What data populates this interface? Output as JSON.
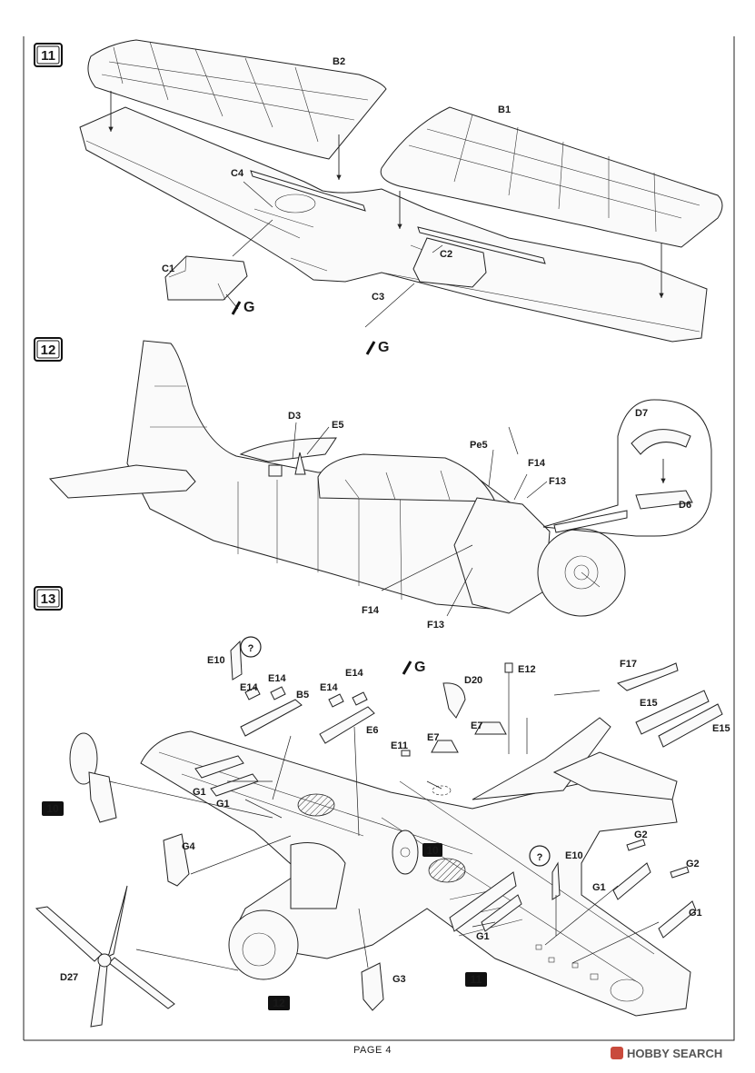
{
  "steps": [
    {
      "number": "11",
      "labels": [
        "B2",
        "B1",
        "C4",
        "C2",
        "C1",
        "C3"
      ],
      "glue": [
        "G",
        "G"
      ]
    },
    {
      "number": "12",
      "labels": [
        "D3",
        "E5",
        "Pe5",
        "F14",
        "F13",
        "D7",
        "D6",
        "F14",
        "F13"
      ]
    },
    {
      "number": "13",
      "labels": [
        "E10",
        "E14",
        "E14",
        "B5",
        "E14",
        "E14",
        "E6",
        "D20",
        "E12",
        "E7",
        "E11",
        "E7",
        "F17",
        "E15",
        "E15",
        "G1",
        "G1",
        "G4",
        "G2",
        "G1",
        "G2",
        "G1",
        "E10",
        "G1",
        "D27",
        "G3"
      ],
      "glue": [
        "G"
      ],
      "option": [
        "?",
        "?"
      ],
      "refs": [
        "10",
        "10",
        "11",
        "12"
      ]
    }
  ],
  "footer": {
    "page": "PAGE 4"
  },
  "watermark": {
    "text": "HOBBY SEARCH"
  }
}
